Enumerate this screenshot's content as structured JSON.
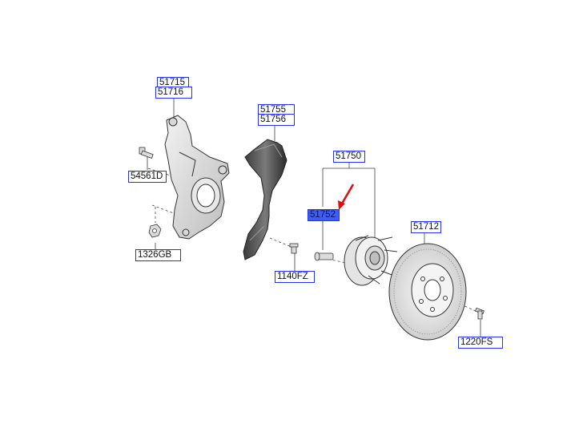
{
  "labels": {
    "knuckle_a": "51715",
    "knuckle_b": "51716",
    "bolt_left": "54561D",
    "nut_left": "1326GB",
    "cover_a": "51755",
    "cover_b": "51756",
    "cover_screw": "1140FZ",
    "hub_assy": "51750",
    "hub_bolt": "51752",
    "disc": "51712",
    "disc_screw": "1220FS"
  },
  "colors": {
    "label_border": "#2233ee",
    "highlight_fill": "#3d5cff",
    "arrow": "#e01010",
    "line": "#333333"
  }
}
